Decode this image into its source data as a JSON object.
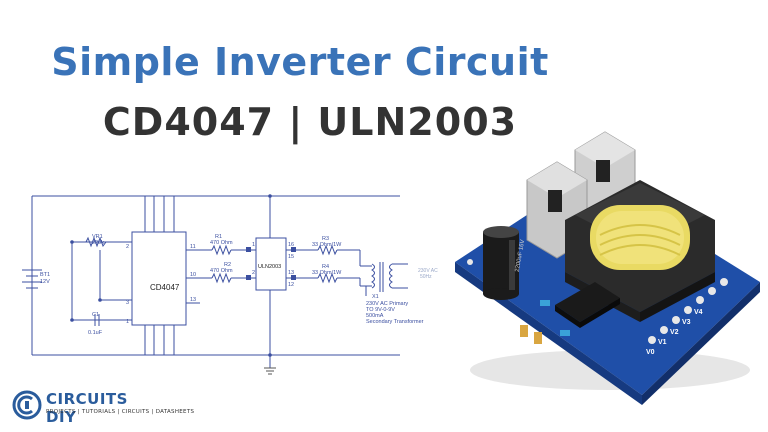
{
  "title": {
    "line1": "Simple Inverter Circuit",
    "line2": "CD4047 | ULN2003"
  },
  "schematic": {
    "battery_ref": "BT1",
    "battery_value": "12V",
    "vr1_ref": "VR1",
    "vr1_value": "220k",
    "c1_ref": "C1",
    "c1_value": "0.1uF",
    "ic1_label": "CD4047",
    "ic2_label": "ULN2003",
    "r1_ref": "R1",
    "r1_value": "470 Ohm",
    "r2_ref": "R2",
    "r2_value": "470 Ohm",
    "r3_ref": "R3",
    "r3_value": "33 Ohm/1W",
    "r4_ref": "R4",
    "r4_value": "33 Ohm/1W",
    "pin_2": "2",
    "pin_3": "3",
    "pin_1": "1",
    "pin_11": "11",
    "pin_10": "10",
    "pin_13": "13",
    "uln_pin_1": "1",
    "uln_pin_2": "2",
    "uln_pin_16": "16",
    "uln_pin_15": "15",
    "uln_pin_13": "13",
    "uln_pin_12": "12",
    "x1_ref": "X1",
    "x1_desc_1": "230V AC Primary",
    "x1_desc_2": "TO 9V-0-9V",
    "x1_desc_3": "500mA",
    "x1_desc_4": "Secondary Transformer",
    "output_1": "230V AC",
    "output_2": "50Hz"
  },
  "board": {
    "cap_label": "2200uF 16V",
    "pin_labels": [
      "V0",
      "V1",
      "V2",
      "V3",
      "V4"
    ]
  },
  "logo": {
    "name": "CIRCUITS DIY",
    "tagline": "PROJECTS | TUTORIALS | CIRCUITS | DATASHEETS"
  },
  "colors": {
    "title_blue": "#3a73b8",
    "title_dark": "#333333",
    "schematic_line": "#3b4fa0",
    "pcb_blue": "#1f4fa8",
    "transformer_yellow": "#e9da63"
  }
}
